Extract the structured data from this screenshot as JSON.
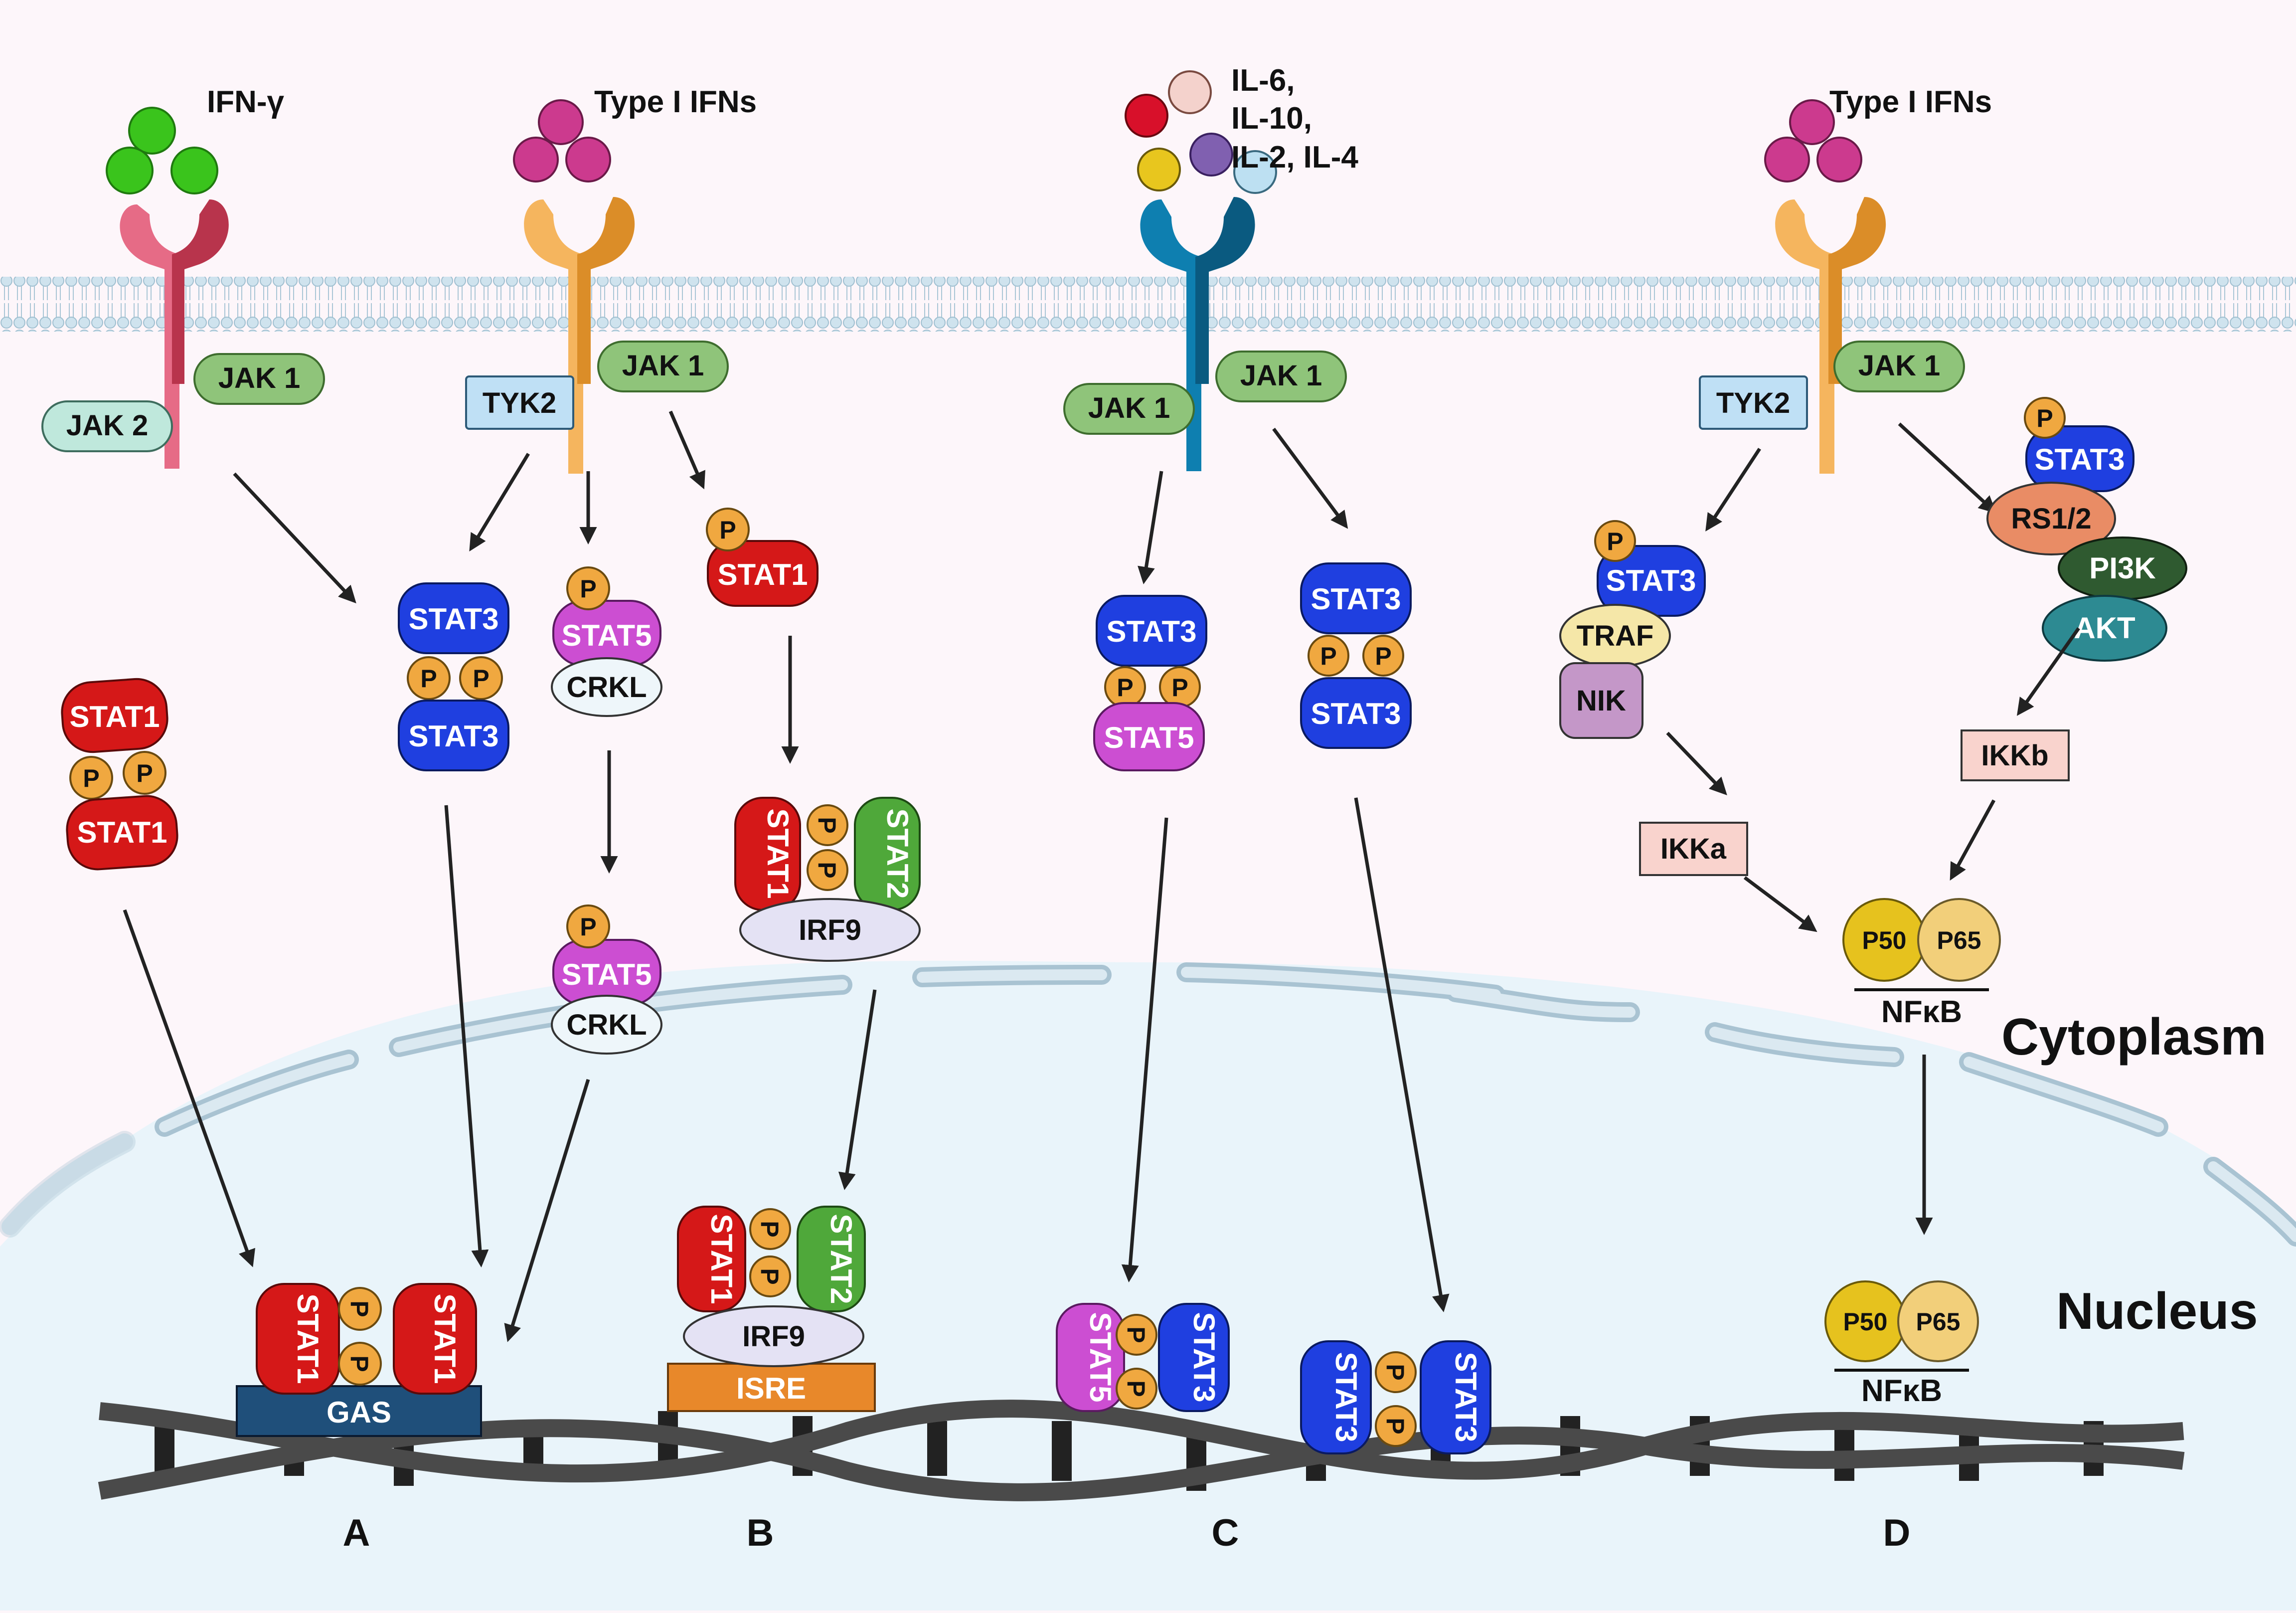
{
  "colors": {
    "background": "#fdf6fa",
    "stat1": "#d51818",
    "stat2": "#4fa83a",
    "stat3": "#1f3fe0",
    "stat5": "#cc4ed2",
    "phospho": "#f0a840",
    "jak": "#8fc47a",
    "tyk2": "#bfe0f5",
    "nucleus": "#e9f4fa",
    "membrane": "#cfe3ee"
  },
  "ligands": {
    "ifn_gamma": "IFN-γ",
    "type1_ifns_b": "Type I IFNs",
    "il_line1": "IL-6,",
    "il_line2": "IL-10,",
    "il_line3": "IL-2, IL-4",
    "type1_ifns_d": "Type I IFNs"
  },
  "compartments": {
    "cytoplasm": "Cytoplasm",
    "nucleus": "Nucleus"
  },
  "panels": [
    "A",
    "B",
    "C",
    "D"
  ],
  "kinases": {
    "jak1": "JAK 1",
    "jak2": "JAK 2",
    "tyk2": "TYK2",
    "pi3k": "PI3K",
    "akt": "AKT",
    "ikka": "IKKa",
    "ikkb": "IKKb"
  },
  "proteins": {
    "stat1": "STAT1",
    "stat2": "STAT2",
    "stat3": "STAT3",
    "stat5": "STAT5",
    "crkl": "CRKL",
    "irf9": "IRF9",
    "traf": "TRAF",
    "nik": "NIK",
    "rs12": "RS1/2",
    "p50": "P50",
    "p65": "P65",
    "nfkb": "NFκB",
    "phospho": "P"
  },
  "dna_elements": {
    "gas": "GAS",
    "isre": "ISRE"
  }
}
